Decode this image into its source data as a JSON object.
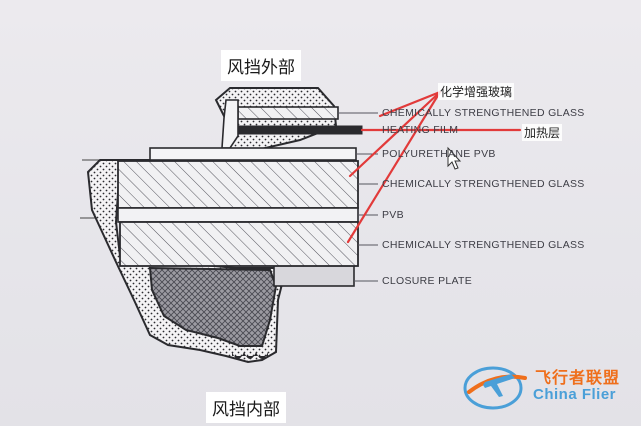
{
  "labels": {
    "outer_glass": "CHEMICALLY STRENGTHENED GLASS",
    "heating_film": "HEATING FILM",
    "polyurethane_pvb": "POLYURETHANE PVB",
    "middle_glass": "CHEMICALLY STRENGTHENED GLASS",
    "pvb": "PVB",
    "inner_glass": "CHEMICALLY STRENGTHENED GLASS",
    "closure_plate": "CLOSURE PLATE"
  },
  "annotations": {
    "windshield_outside": "风挡外部",
    "windshield_inside": "风挡内部",
    "chemically_strengthened_glass": "化学增强玻璃",
    "heating_layer": "加热层"
  },
  "watermark": {
    "name_cn": "飞行者联盟",
    "name_en": "China Flier"
  },
  "colors": {
    "annotation_red": "#e23a3a",
    "watermark_orange": "#ef6f1c",
    "watermark_blue": "#4a9fd8"
  }
}
